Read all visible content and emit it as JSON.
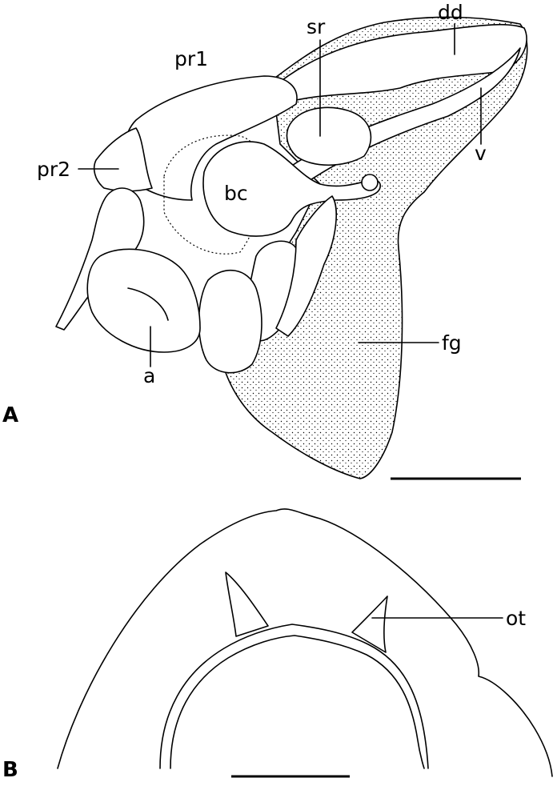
{
  "figure": {
    "panel_a": {
      "letter": "A",
      "labels": {
        "pr1": "pr1",
        "pr2": "pr2",
        "sr": "sr",
        "dd": "dd",
        "v": "v",
        "bc": "bc",
        "fg": "fg",
        "a": "a"
      }
    },
    "panel_b": {
      "letter": "B",
      "labels": {
        "ot": "ot"
      }
    }
  }
}
